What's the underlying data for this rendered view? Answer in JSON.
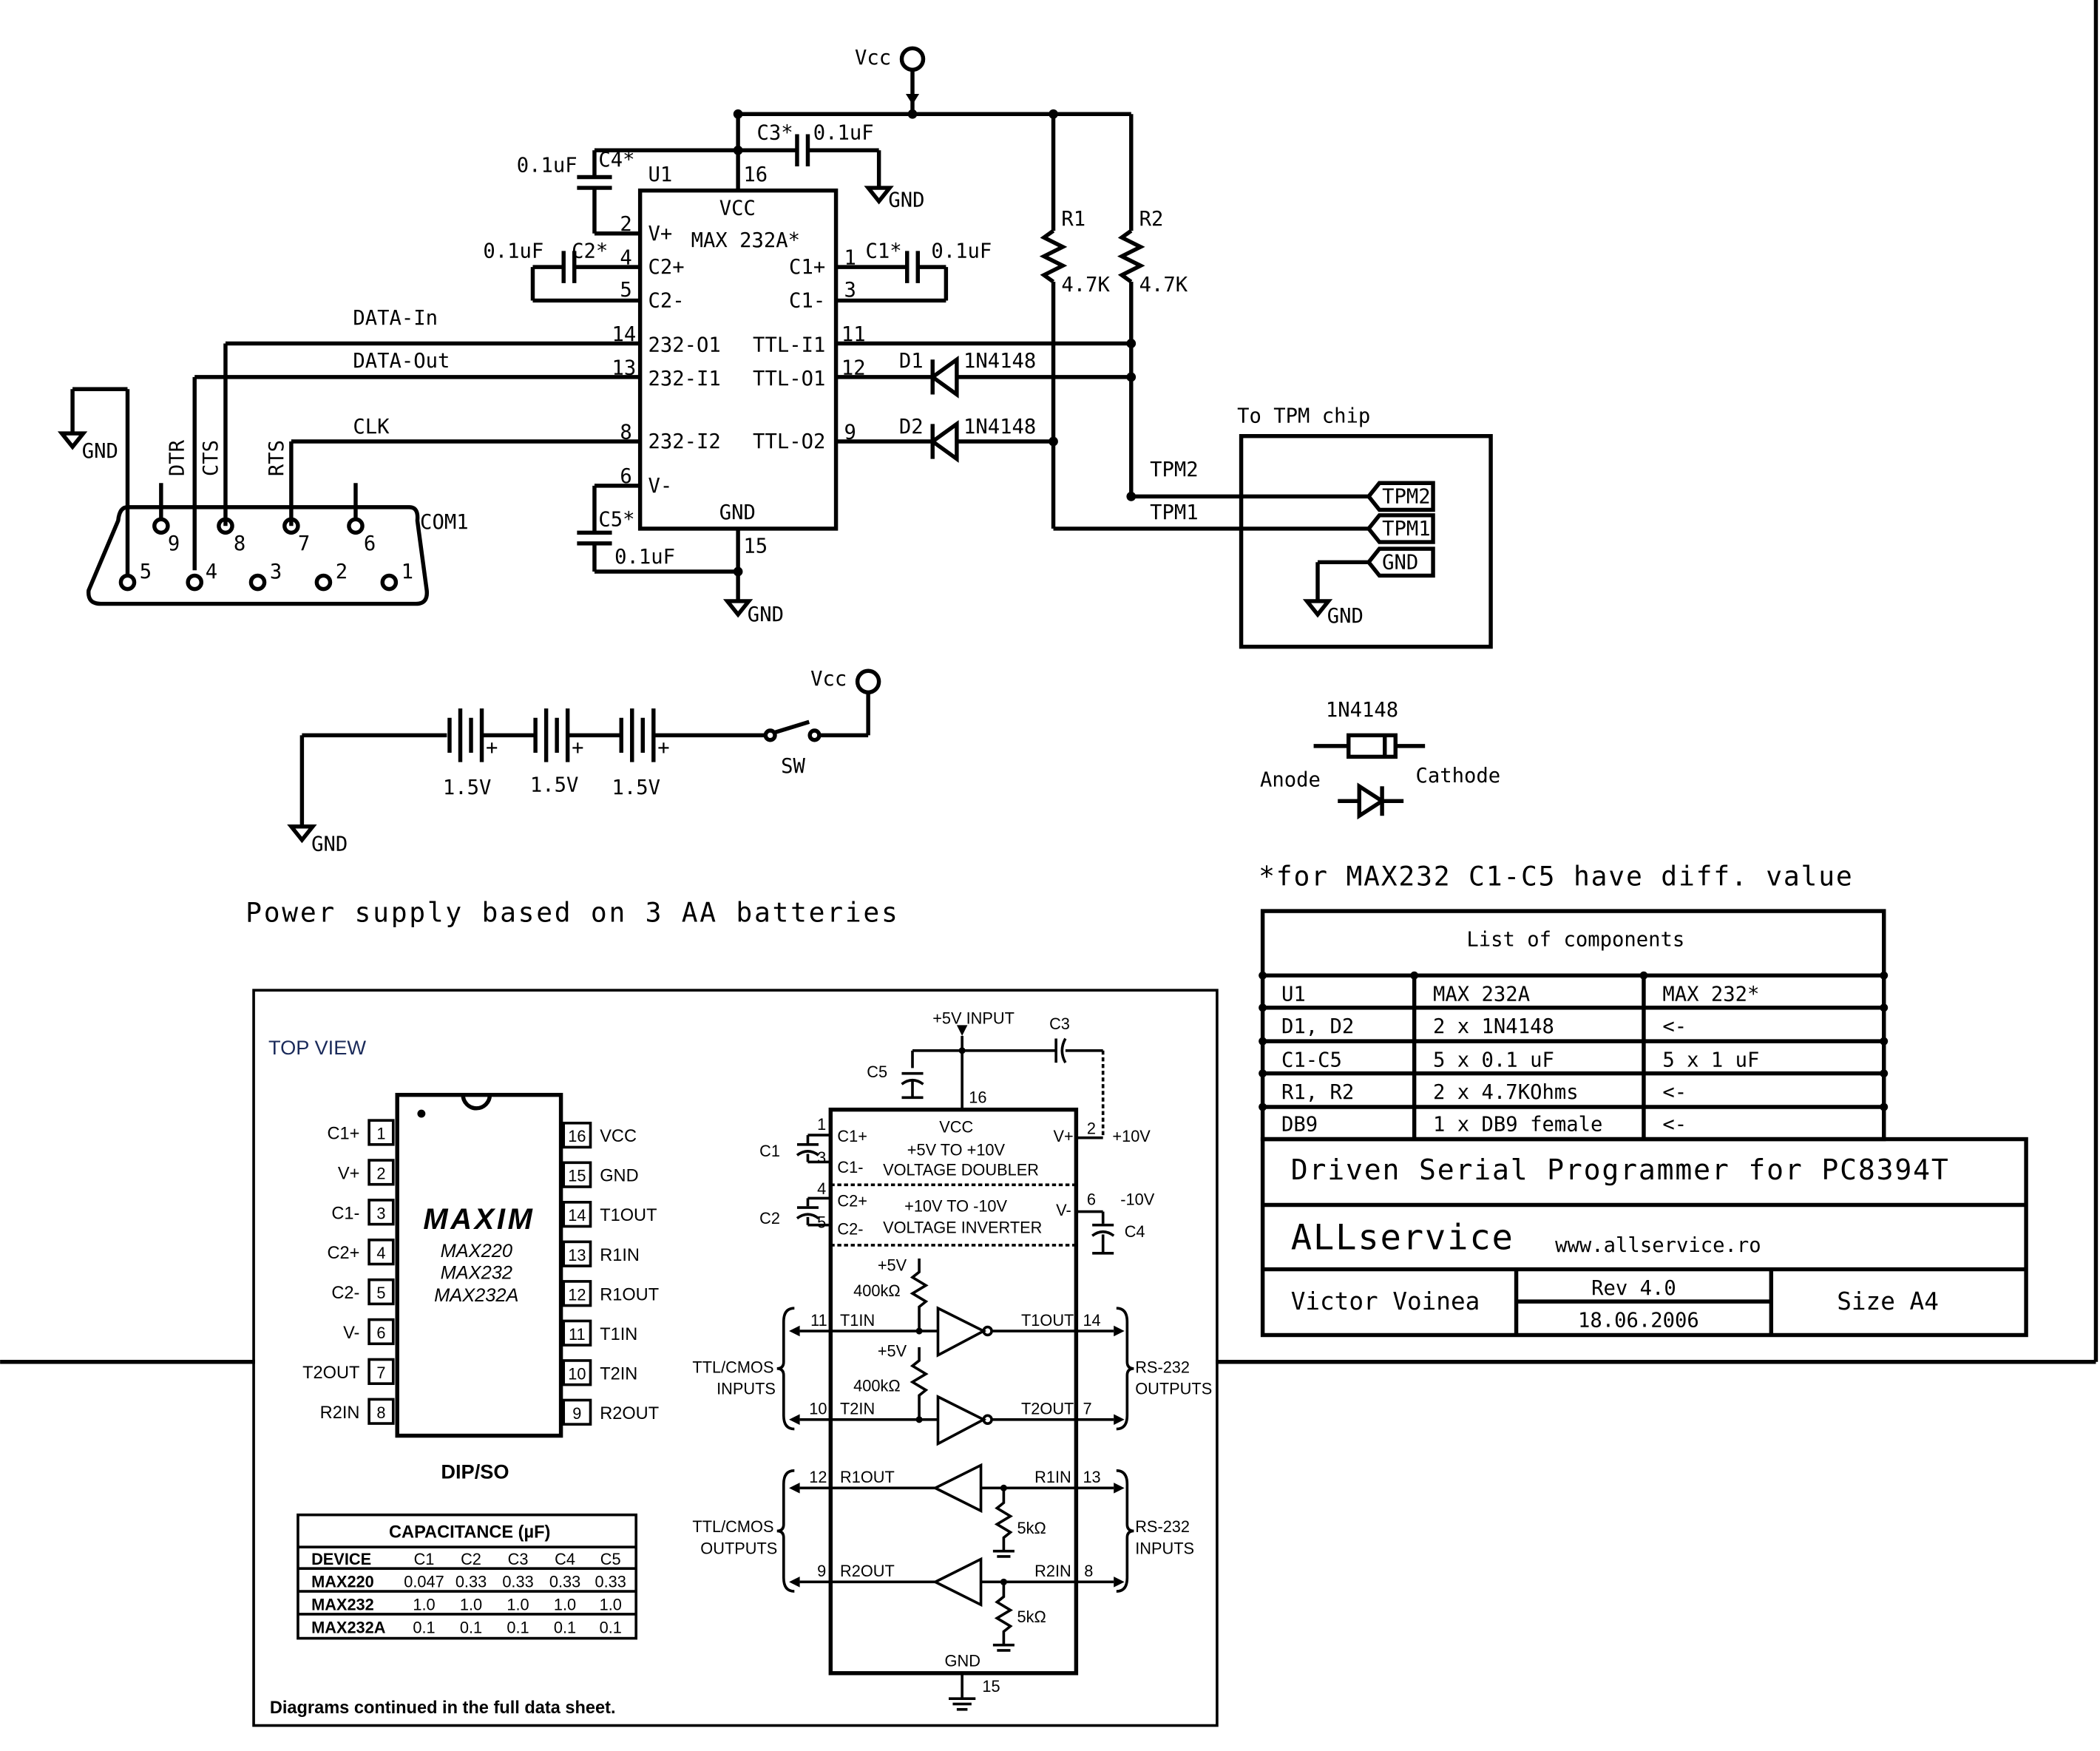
{
  "top": {
    "vcc": "Vcc",
    "gnd": "GND",
    "u1": "U1",
    "chip": {
      "vcc": "VCC",
      "name": "MAX 232A*",
      "gnd": "GND",
      "left_pins": [
        {
          "num": "2",
          "name": "V+"
        },
        {
          "num": "4",
          "name": "C2+"
        },
        {
          "num": "5",
          "name": "C2-"
        },
        {
          "num": "14",
          "name": "232-O1"
        },
        {
          "num": "13",
          "name": "232-I1"
        },
        {
          "num": "8",
          "name": "232-I2"
        },
        {
          "num": "6",
          "name": "V-"
        }
      ],
      "right_pins": [
        {
          "num": "1",
          "name": "C1+"
        },
        {
          "num": "3",
          "name": "C1-"
        },
        {
          "num": "11",
          "name": "TTL-I1"
        },
        {
          "num": "12",
          "name": "TTL-O1"
        },
        {
          "num": "9",
          "name": "TTL-O2"
        }
      ],
      "pin16": "16",
      "pin15": "15"
    },
    "caps": {
      "c1": "C1*",
      "c2": "C2*",
      "c3": "C3*",
      "c4": "C4*",
      "c5": "C5*",
      "value": "0.1uF"
    },
    "signals": {
      "data_in": "DATA-In",
      "data_out": "DATA-Out",
      "clk": "CLK"
    },
    "diodes": {
      "d1": "D1",
      "d2": "D2",
      "type": "1N4148"
    },
    "resistors": {
      "r1": "R1",
      "r2": "R2",
      "value": "4.7K"
    },
    "tpm": {
      "title": "To TPM chip",
      "tpm2": "TPM2",
      "tpm1": "TPM1",
      "gnd": "GND"
    },
    "com": {
      "name": "COM1",
      "dtr": "DTR",
      "cts": "CTS",
      "rts": "RTS",
      "top_pins": [
        "9",
        "8",
        "7",
        "6"
      ],
      "bottom_pins": [
        "5",
        "4",
        "3",
        "2",
        "1"
      ]
    }
  },
  "power": {
    "batt": [
      "1.5V",
      "1.5V",
      "1.5V"
    ],
    "plus": "+",
    "sw": "SW",
    "vcc": "Vcc",
    "gnd": "GND",
    "caption": "Power supply based on 3 AA batteries"
  },
  "diode_legend": {
    "type": "1N4148",
    "anode": "Anode",
    "cathode": "Cathode"
  },
  "note": "*for MAX232 C1-C5 have diff. value",
  "components": {
    "title": "List of components",
    "rows": [
      [
        "U1",
        "MAX 232A",
        "MAX 232*"
      ],
      [
        "D1, D2",
        "2 x 1N4148",
        "<-"
      ],
      [
        "C1-C5",
        "5 x 0.1 uF",
        "5 x 1 uF"
      ],
      [
        "R1, R2",
        "2 x 4.7KOhms",
        "<-"
      ],
      [
        "DB9",
        "1 x DB9 female",
        "<-"
      ]
    ]
  },
  "title_block": {
    "title": "Driven Serial Programmer for PC8394T",
    "company": "ALLservice",
    "url": "www.allservice.ro",
    "author": "Victor Voinea",
    "rev": "Rev 4.0",
    "date": "18.06.2006",
    "size": "Size A4"
  },
  "datasheet": {
    "top_view": "TOP VIEW",
    "logo": "MAXIM",
    "parts": [
      "MAX220",
      "MAX232",
      "MAX232A"
    ],
    "package": "DIP/SO",
    "left_pins": [
      {
        "num": "1",
        "name": "C1+"
      },
      {
        "num": "2",
        "name": "V+"
      },
      {
        "num": "3",
        "name": "C1-"
      },
      {
        "num": "4",
        "name": "C2+"
      },
      {
        "num": "5",
        "name": "C2-"
      },
      {
        "num": "6",
        "name": "V-"
      },
      {
        "num": "7",
        "name": "T2OUT"
      },
      {
        "num": "8",
        "name": "R2IN"
      }
    ],
    "right_pins": [
      {
        "num": "16",
        "name": "VCC"
      },
      {
        "num": "15",
        "name": "GND"
      },
      {
        "num": "14",
        "name": "T1OUT"
      },
      {
        "num": "13",
        "name": "R1IN"
      },
      {
        "num": "12",
        "name": "R1OUT"
      },
      {
        "num": "11",
        "name": "T1IN"
      },
      {
        "num": "10",
        "name": "T2IN"
      },
      {
        "num": "9",
        "name": "R2OUT"
      }
    ],
    "cap_table": {
      "title": "CAPACITANCE (µF)",
      "header": [
        "DEVICE",
        "C1",
        "C2",
        "C3",
        "C4",
        "C5"
      ],
      "rows": [
        [
          "MAX220",
          "0.047",
          "0.33",
          "0.33",
          "0.33",
          "0.33"
        ],
        [
          "MAX232",
          "1.0",
          "1.0",
          "1.0",
          "1.0",
          "1.0"
        ],
        [
          "MAX232A",
          "0.1",
          "0.1",
          "0.1",
          "0.1",
          "0.1"
        ]
      ]
    },
    "footer": "Diagrams continued in the full data sheet.",
    "block": {
      "input": "+5V INPUT",
      "c3": "C3",
      "c5": "C5",
      "c1": "C1",
      "c2": "C2",
      "c4": "C4",
      "vcc": "VCC",
      "doubler1": "+5V TO +10V",
      "doubler2": "VOLTAGE DOUBLER",
      "inverter1": "+10V TO -10V",
      "inverter2": "VOLTAGE INVERTER",
      "vplus": "V+",
      "vminus": "V-",
      "p10v": "+10V",
      "m10v": "-10V",
      "c1p": "C1+",
      "c1m": "C1-",
      "c2p": "C2+",
      "c2m": "C2-",
      "p5v": "+5V",
      "r400k": "400kΩ",
      "r5k": "5kΩ",
      "t1in": "T1IN",
      "t2in": "T2IN",
      "t1out": "T1OUT",
      "t2out": "T2OUT",
      "r1out": "R1OUT",
      "r2out": "R2OUT",
      "r1in": "R1IN",
      "r2in": "R2IN",
      "ttl_in1": "TTL/CMOS",
      "ttl_in2": "INPUTS",
      "ttl_out1": "TTL/CMOS",
      "ttl_out2": "OUTPUTS",
      "rs_out1": "RS-232",
      "rs_out2": "OUTPUTS",
      "rs_in1": "RS-232",
      "rs_in2": "INPUTS",
      "gnd": "GND",
      "pins": {
        "p16": "16",
        "p1": "1",
        "p3": "3",
        "p4": "4",
        "p5": "5",
        "p2": "2",
        "p6": "6",
        "p11": "11",
        "p10": "10",
        "p12": "12",
        "p9": "9",
        "p14": "14",
        "p7": "7",
        "p13": "13",
        "p8": "8",
        "p15": "15"
      }
    }
  }
}
